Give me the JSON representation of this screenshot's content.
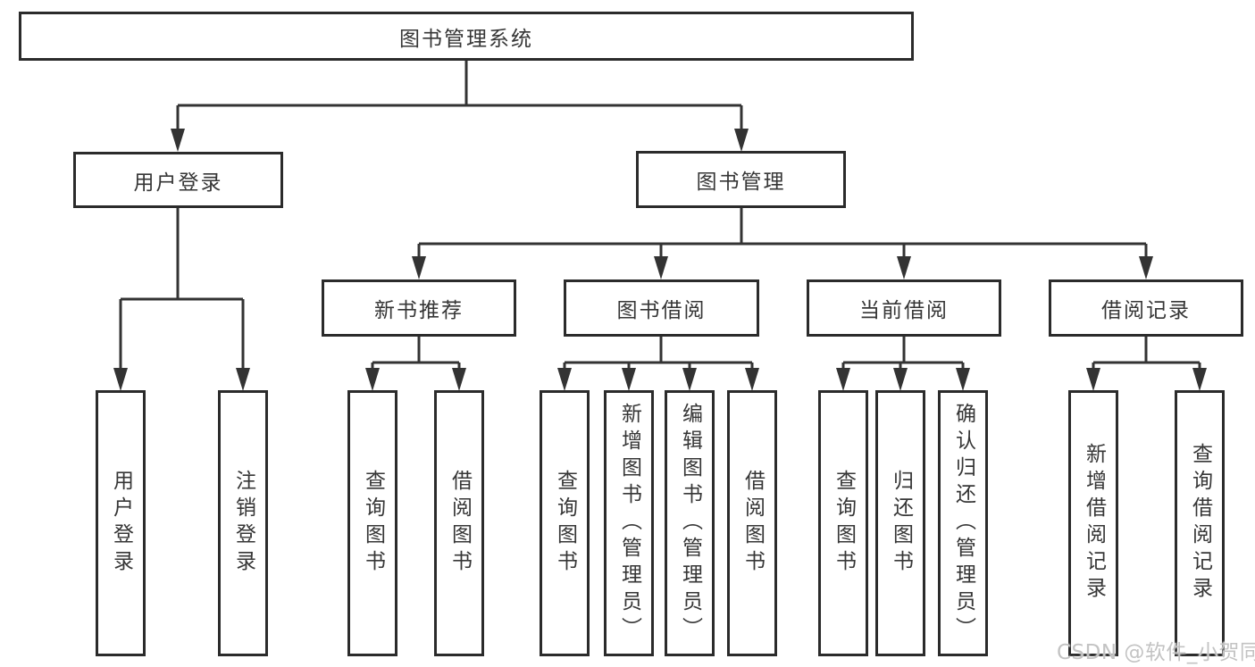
{
  "diagram": {
    "tree": {
      "root": "图书管理系统",
      "branches": [
        {
          "label": "用户登录",
          "children": [
            "用户登录",
            "注销登录"
          ]
        },
        {
          "label": "图书管理",
          "children": [
            {
              "label": "新书推荐",
              "children": [
                "查询图书",
                "借阅图书"
              ]
            },
            {
              "label": "图书借阅",
              "children": [
                "查询图书",
                "新增图书（管理员）",
                "编辑图书（管理员）",
                "借阅图书"
              ]
            },
            {
              "label": "当前借阅",
              "children": [
                "查询图书",
                "归还图书",
                "确认归还（管理员）"
              ]
            },
            {
              "label": "借阅记录",
              "children": [
                "新增借阅记录",
                "查询借阅记录"
              ]
            }
          ]
        }
      ]
    },
    "watermark": "CSDN @软件_小贺同学",
    "colors": {
      "line": "#333333",
      "box_border": "#2b2b2b",
      "text": "#363636",
      "watermark": "#c3c3c3",
      "background": "#ffffff"
    }
  }
}
